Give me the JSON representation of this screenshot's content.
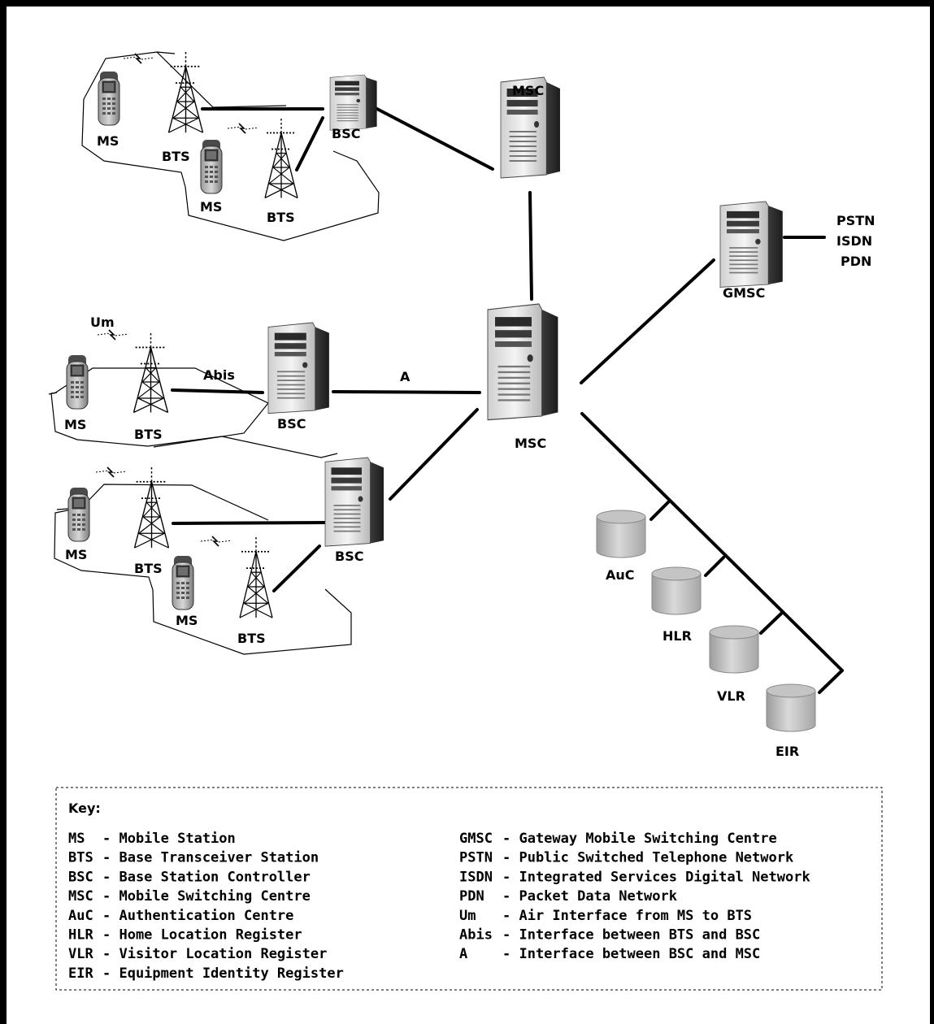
{
  "labels": {
    "ms": "MS",
    "bts": "BTS",
    "bsc": "BSC",
    "msc": "MSC",
    "gmsc": "GMSC",
    "pstn": "PSTN",
    "isdn": "ISDN",
    "pdn": "PDN",
    "auc": "AuC",
    "hlr": "HLR",
    "vlr": "VLR",
    "eir": "EIR",
    "um": "Um",
    "abis": "Abis",
    "a": "A"
  },
  "key": {
    "title": "Key:",
    "left": [
      {
        "abbr": "MS",
        "desc": "- Mobile Station"
      },
      {
        "abbr": "BTS",
        "desc": "- Base Transceiver Station"
      },
      {
        "abbr": "BSC",
        "desc": "- Base Station Controller"
      },
      {
        "abbr": "MSC",
        "desc": "- Mobile Switching Centre"
      },
      {
        "abbr": "AuC",
        "desc": "- Authentication Centre"
      },
      {
        "abbr": "HLR",
        "desc": "- Home Location Register"
      },
      {
        "abbr": "VLR",
        "desc": "- Visitor Location Register"
      },
      {
        "abbr": "EIR",
        "desc": "- Equipment Identity Register"
      }
    ],
    "right": [
      {
        "abbr": "GMSC",
        "desc": "- Gateway Mobile Switching Centre"
      },
      {
        "abbr": "PSTN",
        "desc": "- Public Switched Telephone Network"
      },
      {
        "abbr": "ISDN",
        "desc": "- Integrated Services Digital Network"
      },
      {
        "abbr": "PDN",
        "desc": "- Packet Data Network"
      },
      {
        "abbr": "Um",
        "desc": "- Air Interface from MS to BTS"
      },
      {
        "abbr": "Abis",
        "desc": "- Interface between BTS and BSC"
      },
      {
        "abbr": "A",
        "desc": "- Interface between BSC and MSC"
      }
    ]
  }
}
